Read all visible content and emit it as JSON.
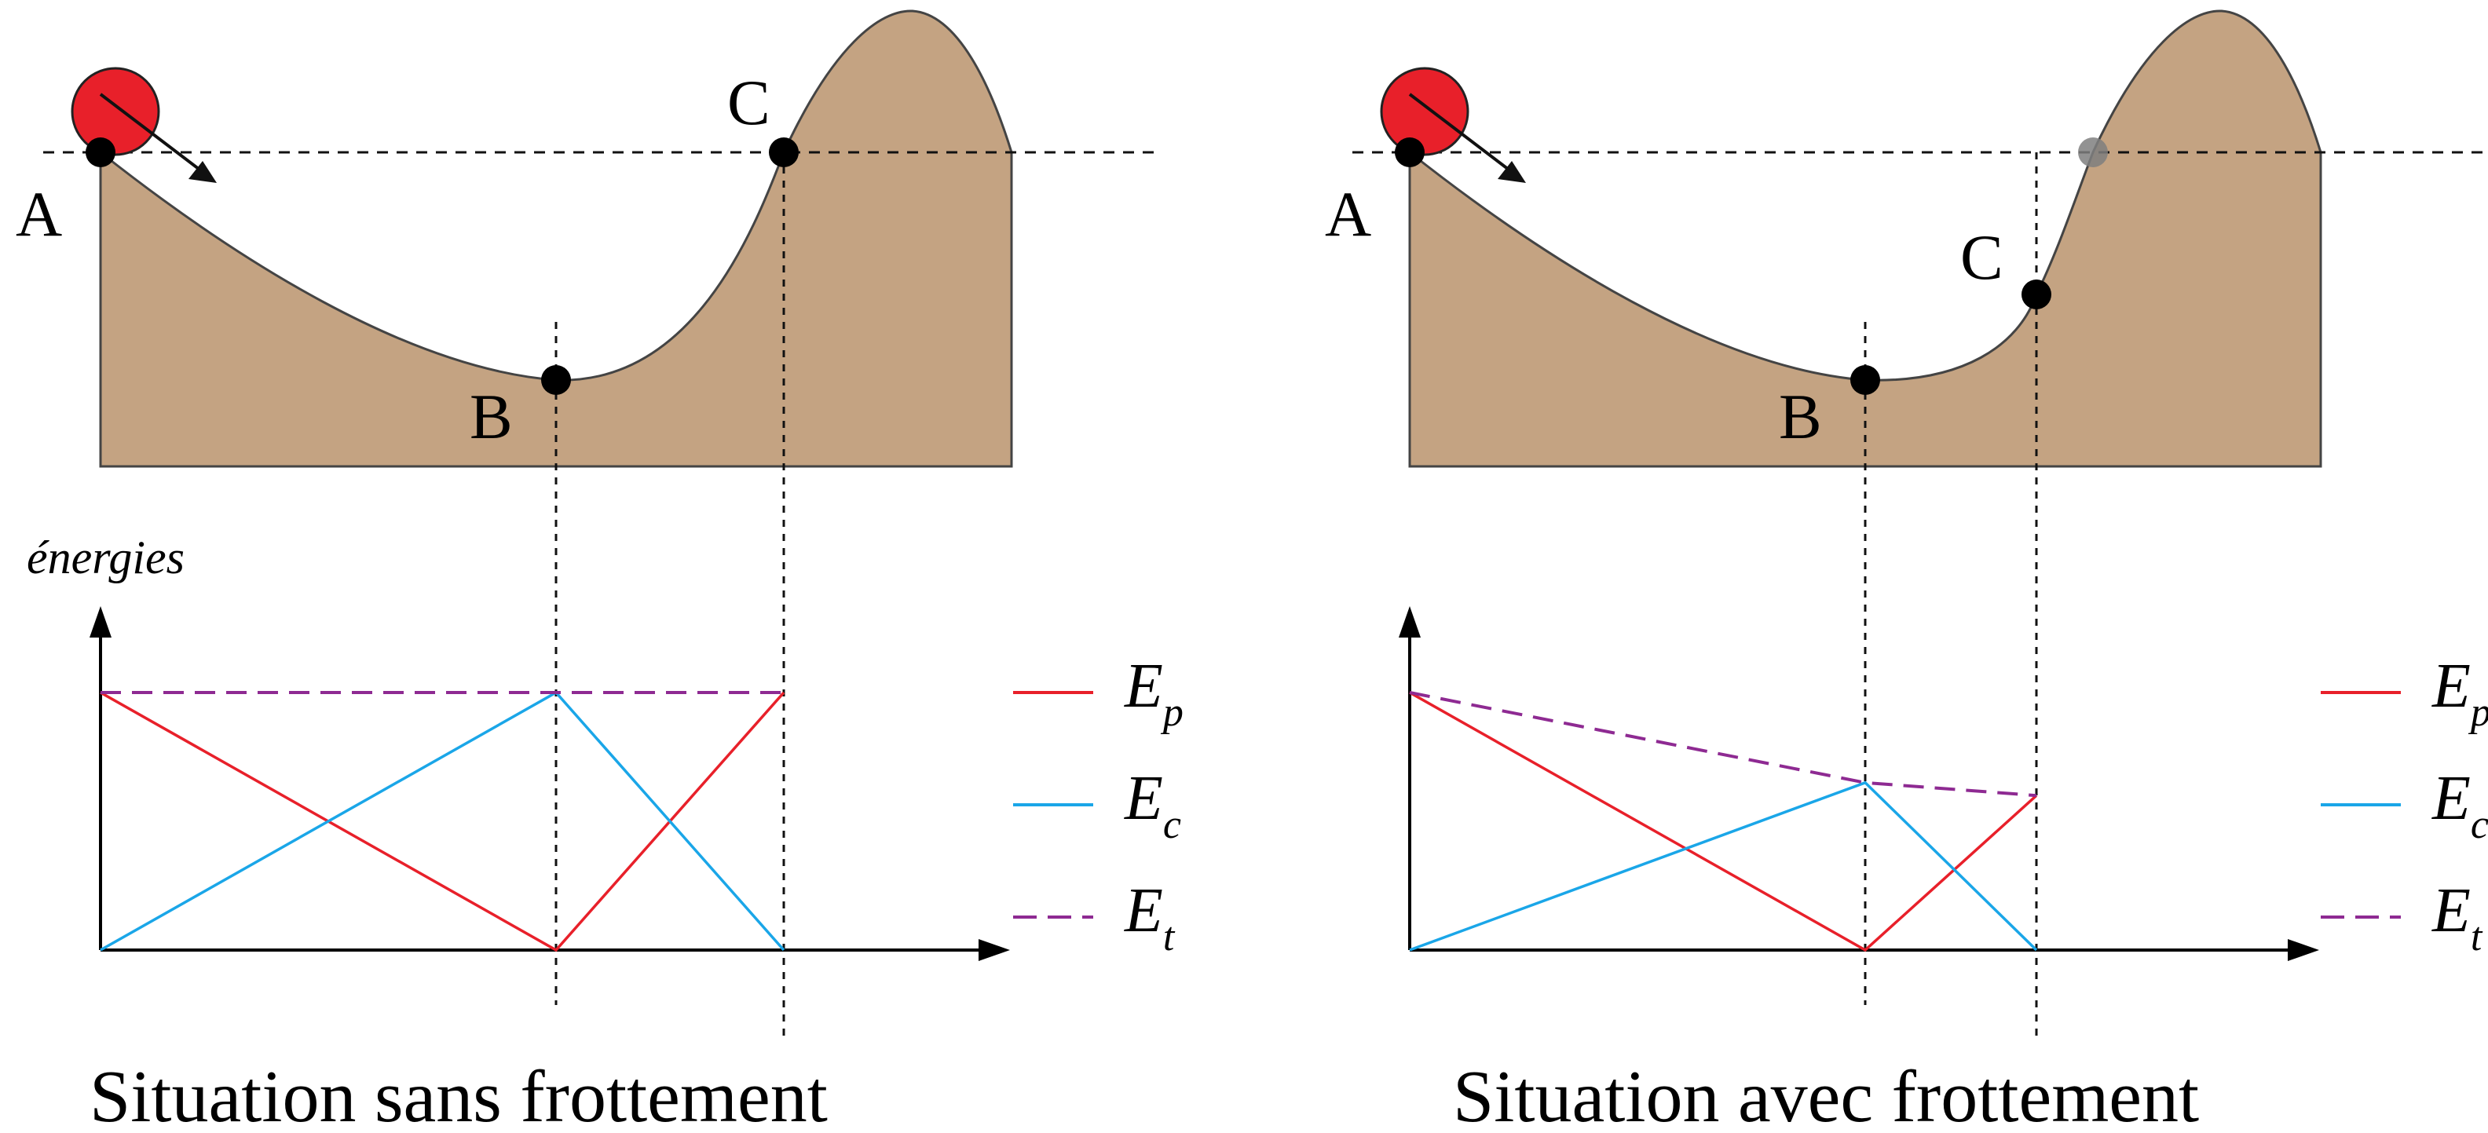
{
  "colors": {
    "terrain": "#c4a382",
    "ball": "#e8202a",
    "ep": "#e8202a",
    "ec": "#1aa6e8",
    "et": "#8e2a92",
    "ghost_point": "#7f7f7f"
  },
  "left_panel": {
    "caption": "Situation sans frottement",
    "points": {
      "a": "A",
      "b": "B",
      "c": "C"
    },
    "y_axis_label": "énergies",
    "legend": [
      {
        "main": "E",
        "sub": "p"
      },
      {
        "main": "E",
        "sub": "c"
      },
      {
        "main": "E",
        "sub": "t"
      }
    ],
    "energy_series": {
      "x_positions": [
        "A",
        "B",
        "C"
      ],
      "ep": [
        1,
        0,
        1
      ],
      "ec": [
        0,
        1,
        0
      ],
      "et": [
        1,
        1,
        1
      ]
    }
  },
  "right_panel": {
    "caption": "Situation avec frottement",
    "points": {
      "a": "A",
      "b": "B",
      "c": "C"
    },
    "legend": [
      {
        "main": "E",
        "sub": "p"
      },
      {
        "main": "E",
        "sub": "c"
      },
      {
        "main": "E",
        "sub": "t"
      }
    ],
    "energy_series": {
      "x_positions": [
        "A",
        "B",
        "C"
      ],
      "ep": [
        1,
        0,
        0.6
      ],
      "ec": [
        0,
        0.65,
        0
      ],
      "et": [
        1,
        0.65,
        0.6
      ]
    }
  }
}
